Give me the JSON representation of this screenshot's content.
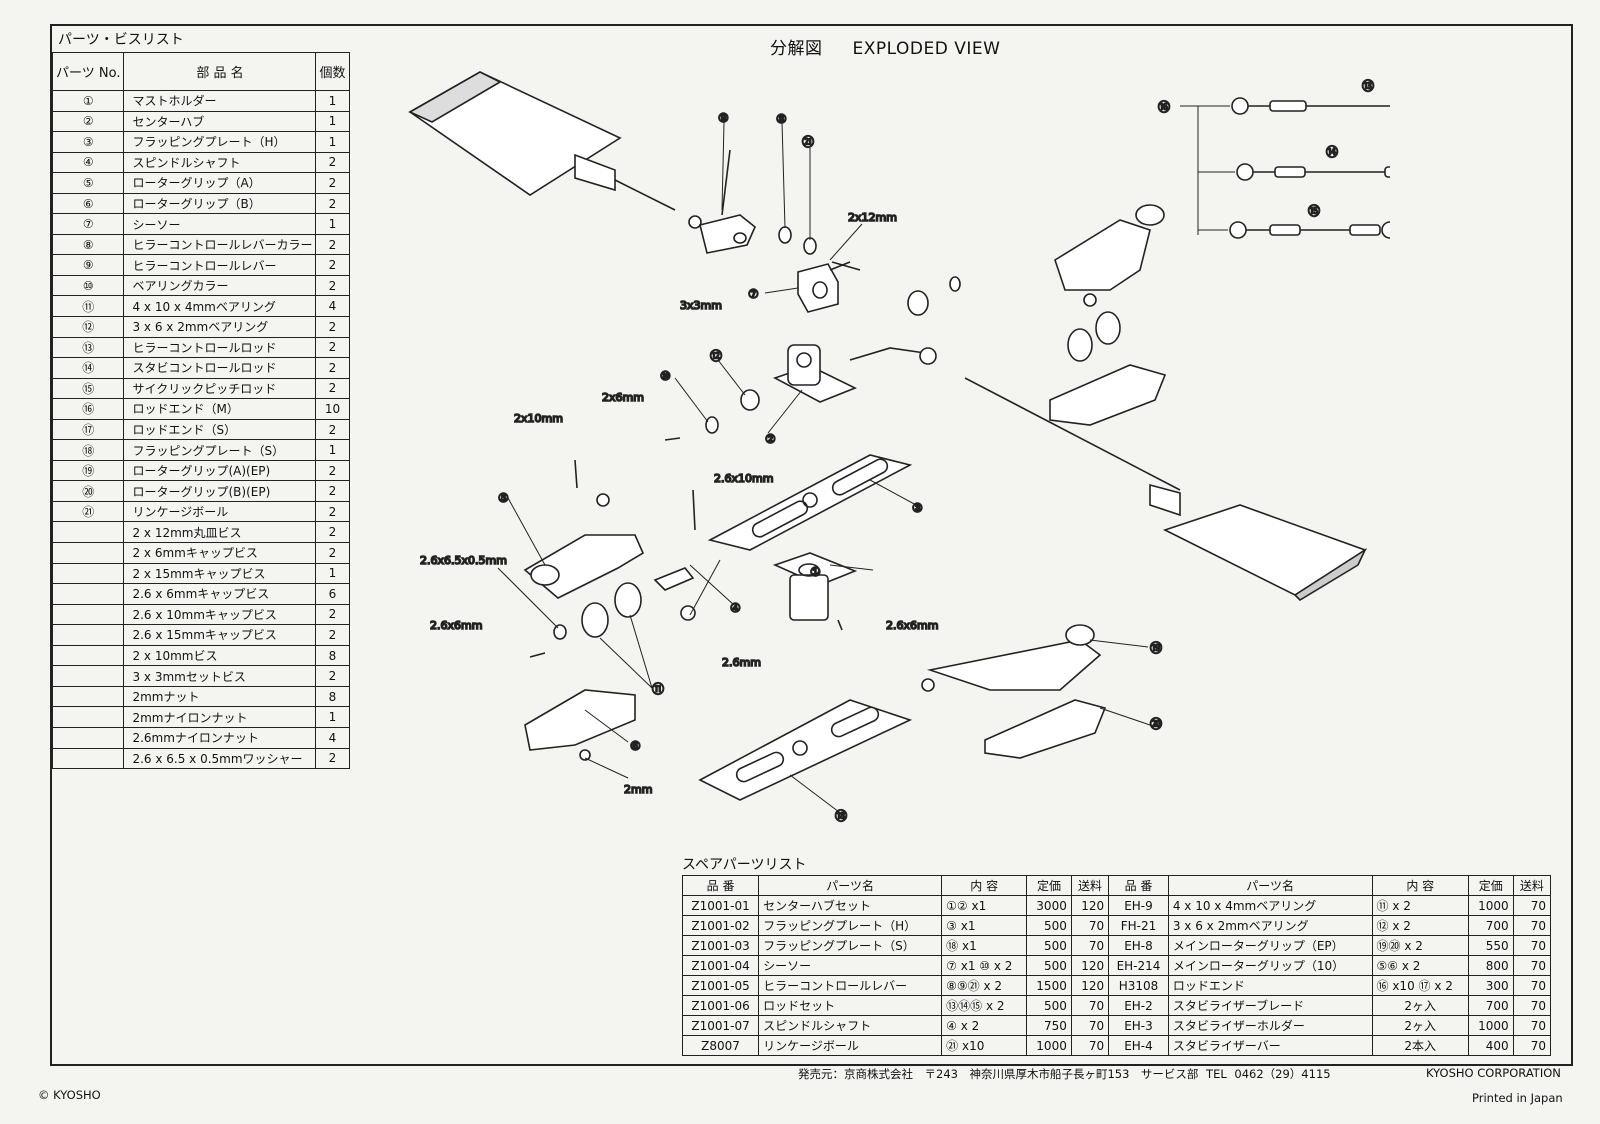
{
  "parts_list": {
    "title": "パーツ・ビスリスト",
    "headers": {
      "no": "パーツ No.",
      "name": "部 品 名",
      "qty": "個数"
    },
    "rows": [
      {
        "no": "①",
        "name": "マストホルダー",
        "qty": "1"
      },
      {
        "no": "②",
        "name": "センターハブ",
        "qty": "1"
      },
      {
        "no": "③",
        "name": "フラッピングプレート（H）",
        "qty": "1"
      },
      {
        "no": "④",
        "name": "スピンドルシャフト",
        "qty": "2"
      },
      {
        "no": "⑤",
        "name": "ローターグリップ（A）",
        "qty": "2"
      },
      {
        "no": "⑥",
        "name": "ローターグリップ（B）",
        "qty": "2"
      },
      {
        "no": "⑦",
        "name": "シーソー",
        "qty": "1"
      },
      {
        "no": "⑧",
        "name": "ヒラーコントロールレバーカラー",
        "qty": "2"
      },
      {
        "no": "⑨",
        "name": "ヒラーコントロールレバー",
        "qty": "2"
      },
      {
        "no": "⑩",
        "name": "ベアリングカラー",
        "qty": "2"
      },
      {
        "no": "⑪",
        "name": "4 x 10 x 4mmベアリング",
        "qty": "4"
      },
      {
        "no": "⑫",
        "name": "3 x 6 x 2mmベアリング",
        "qty": "2"
      },
      {
        "no": "⑬",
        "name": "ヒラーコントロールロッド",
        "qty": "2"
      },
      {
        "no": "⑭",
        "name": "スタビコントロールロッド",
        "qty": "2"
      },
      {
        "no": "⑮",
        "name": "サイクリックピッチロッド",
        "qty": "2"
      },
      {
        "no": "⑯",
        "name": "ロッドエンド（M）",
        "qty": "10"
      },
      {
        "no": "⑰",
        "name": "ロッドエンド（S）",
        "qty": "2"
      },
      {
        "no": "⑱",
        "name": "フラッピングプレート（S）",
        "qty": "1"
      },
      {
        "no": "⑲",
        "name": "ローターグリップ(A)(EP)",
        "qty": "2"
      },
      {
        "no": "⑳",
        "name": "ローターグリップ(B)(EP)",
        "qty": "2"
      },
      {
        "no": "㉑",
        "name": "リンケージボール",
        "qty": "2"
      },
      {
        "no": "",
        "name": "2 x 12mm丸皿ビス",
        "qty": "2"
      },
      {
        "no": "",
        "name": "2 x 6mmキャップビス",
        "qty": "2"
      },
      {
        "no": "",
        "name": "2 x 15mmキャップビス",
        "qty": "1"
      },
      {
        "no": "",
        "name": "2.6 x 6mmキャップビス",
        "qty": "6"
      },
      {
        "no": "",
        "name": "2.6 x 10mmキャップビス",
        "qty": "2"
      },
      {
        "no": "",
        "name": "2.6 x 15mmキャップビス",
        "qty": "2"
      },
      {
        "no": "",
        "name": "2 x 10mmビス",
        "qty": "8"
      },
      {
        "no": "",
        "name": "3 x 3mmセットビス",
        "qty": "2"
      },
      {
        "no": "",
        "name": "2mmナット",
        "qty": "8"
      },
      {
        "no": "",
        "name": "2mmナイロンナット",
        "qty": "1"
      },
      {
        "no": "",
        "name": "2.6mmナイロンナット",
        "qty": "4"
      },
      {
        "no": "",
        "name": "2.6 x 6.5 x 0.5mmワッシャー",
        "qty": "2"
      }
    ]
  },
  "exploded_view": {
    "title_jp": "分解図",
    "title_en": "EXPLODED VIEW",
    "labels": {
      "c1": "①",
      "c2": "②",
      "c3": "③",
      "c4": "④",
      "c5": "⑤",
      "c6": "⑥",
      "c7": "⑦",
      "c8": "⑧",
      "c9": "⑨",
      "c10": "⑩",
      "c11": "⑪",
      "c12": "⑫",
      "c13": "⑬",
      "c14": "⑭",
      "c15": "⑮",
      "c16": "⑯",
      "c17": "⑰",
      "c18": "⑱",
      "c19": "⑲",
      "c20": "⑳",
      "c21": "㉑",
      "s2x12": "2x12mm",
      "s3x3": "3x3mm",
      "s2x6": "2x6mm",
      "s2x10": "2x10mm",
      "s26x10": "2.6x10mm",
      "s26washer": "2.6x6.5x0.5mm",
      "s26x6a": "2.6x6mm",
      "s26x6b": "2.6x6mm",
      "s26": "2.6mm",
      "s2mm": "2mm"
    }
  },
  "spare_list": {
    "title": "スペアパーツリスト",
    "headers": [
      "品 番",
      "パーツ名",
      "内 容",
      "定価",
      "送料",
      "品 番",
      "パーツ名",
      "内 容",
      "定価",
      "送料"
    ],
    "rows": [
      [
        "Z1001-01",
        "センターハブセット",
        "①② x1",
        "3000",
        "120",
        "EH-9",
        "4 x 10 x 4mmベアリング",
        "⑪ x 2",
        "1000",
        "70"
      ],
      [
        "Z1001-02",
        "フラッピングプレート（H）",
        "③ x1",
        "500",
        "70",
        "FH-21",
        "3 x 6 x 2mmベアリング",
        "⑫ x 2",
        "700",
        "70"
      ],
      [
        "Z1001-03",
        "フラッピングプレート（S）",
        "⑱ x1",
        "500",
        "70",
        "EH-8",
        "メインローターグリップ（EP）",
        "⑲⑳ x 2",
        "550",
        "70"
      ],
      [
        "Z1001-04",
        "シーソー",
        "⑦ x1 ⑩ x 2",
        "500",
        "120",
        "EH-214",
        "メインローターグリップ（10）",
        "⑤⑥ x 2",
        "800",
        "70"
      ],
      [
        "Z1001-05",
        "ヒラーコントロールレバー",
        "⑧⑨㉑ x 2",
        "1500",
        "120",
        "H3108",
        "ロッドエンド",
        "⑯ x10 ⑰ x 2",
        "300",
        "70"
      ],
      [
        "Z1001-06",
        "ロッドセット",
        "⑬⑭⑮ x 2",
        "500",
        "70",
        "EH-2",
        "スタビライザーブレード",
        "2ヶ入",
        "700",
        "70"
      ],
      [
        "Z1001-07",
        "スピンドルシャフト",
        "④ x 2",
        "750",
        "70",
        "EH-3",
        "スタビライザーホルダー",
        "2ヶ入",
        "1000",
        "70"
      ],
      [
        "Z8007",
        "リンケージボール",
        "㉑ x10",
        "1000",
        "70",
        "EH-4",
        "スタビライザーバー",
        "2本入",
        "400",
        "70"
      ]
    ]
  },
  "footer": {
    "publisher": "発売元：京商株式会社　〒243　神奈川県厚木市船子長ヶ町153　サービス部 TEL 0462（29）4115",
    "corp": "KYOSHO CORPORATION",
    "copyright": "© KYOSHO",
    "printed": "Printed in Japan"
  }
}
